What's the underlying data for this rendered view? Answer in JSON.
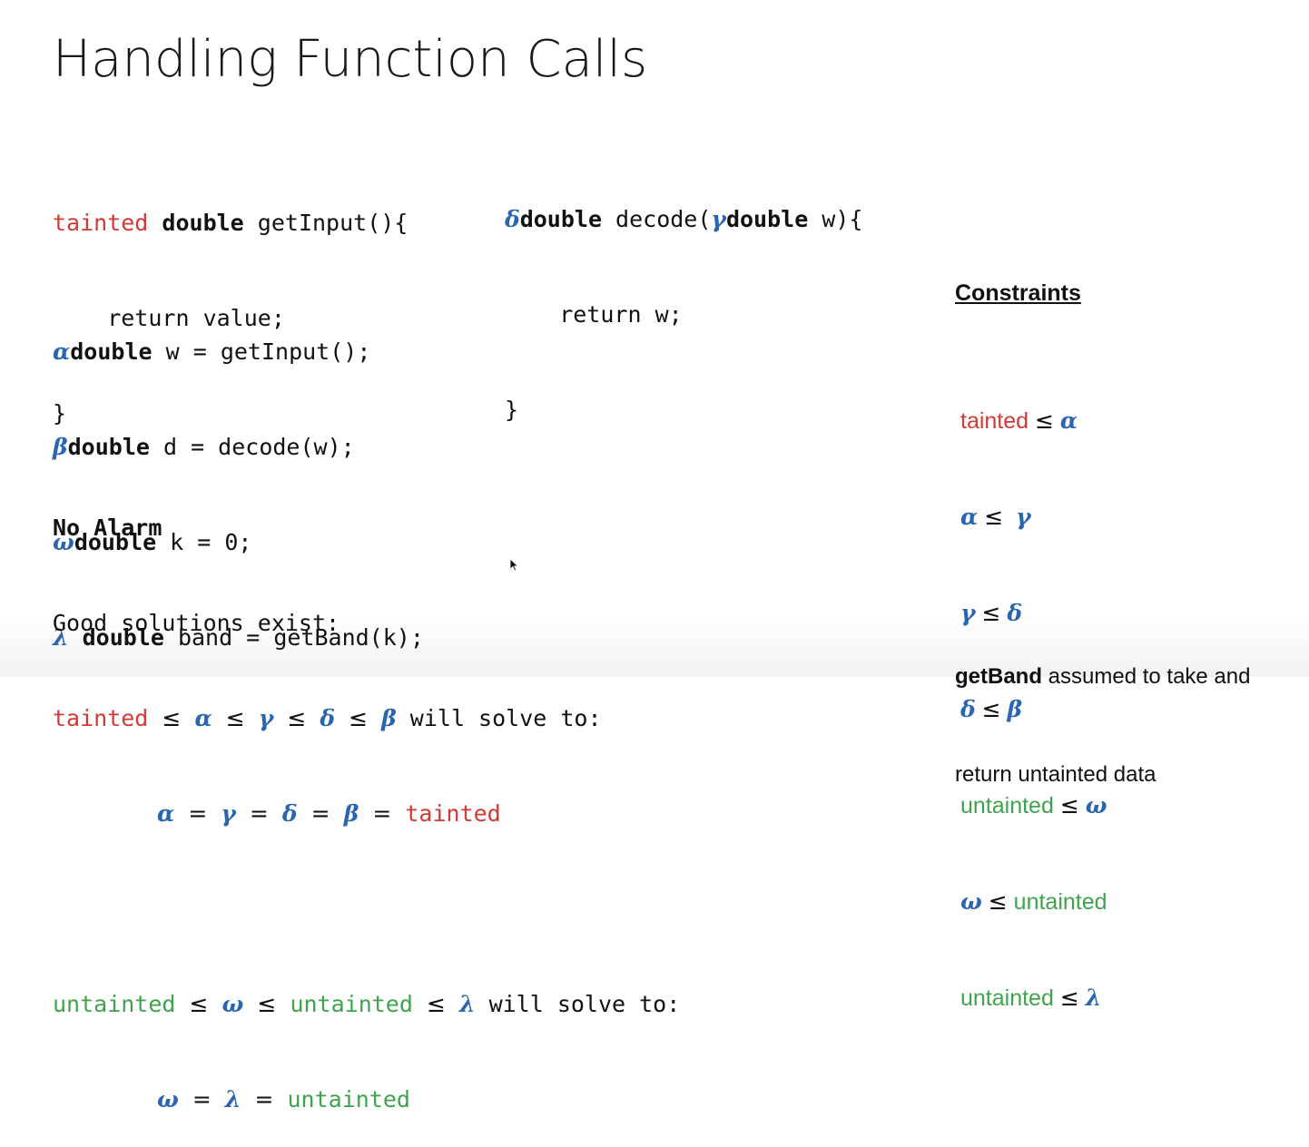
{
  "title": "Handling Function Calls",
  "code": {
    "get_input": {
      "qualifier": "tainted",
      "type": "double",
      "signature": " getInput(){",
      "body": "    return value;",
      "close": "}"
    },
    "decode": {
      "qualifier": "δ",
      "type": "double",
      "name": " decode(",
      "param_qualifier": "γ",
      "param_type": "double",
      "param_rest": " w){",
      "body": "    return w;",
      "close": "}"
    },
    "declarations": [
      {
        "qualifier": "α",
        "type": "double",
        "rest": " w = getInput();"
      },
      {
        "qualifier": "β",
        "type": "double",
        "rest": " d = decode(w);"
      },
      {
        "qualifier": "ω",
        "type": "double",
        "rest": " k = 0;"
      },
      {
        "qualifier": "λ",
        "type": "double",
        "rest": " band = getBand(k);"
      }
    ]
  },
  "analysis": {
    "heading": "No Alarm",
    "intro": "Good solutions exist:",
    "chain1": {
      "lead": "tainted",
      "le": "≤",
      "a": "α",
      "g": "γ",
      "d": "δ",
      "b": "β",
      "tail": " will solve to:",
      "eq": "=",
      "result": "tainted"
    },
    "chain2": {
      "lead": "untainted",
      "le": "≤",
      "w": "ω",
      "mid": "untainted",
      "l": "λ",
      "tail": " will solve to:",
      "eq": "=",
      "result": "untainted"
    }
  },
  "constraints": {
    "heading": "Constraints",
    "le": "≤",
    "t": "tainted",
    "u": "untainted",
    "a": "α",
    "g": "γ",
    "d": "δ",
    "b": "β",
    "w": "ω",
    "l": "λ"
  },
  "note": {
    "bold": "getBand",
    "line1_rest": " assumed to take and",
    "line2": "return untainted data"
  },
  "colors": {
    "tainted": "#d03b36",
    "untainted": "#3fa34d",
    "greek": "#2a66b0"
  },
  "icons": {
    "cursor": "mouse-pointer-icon"
  }
}
